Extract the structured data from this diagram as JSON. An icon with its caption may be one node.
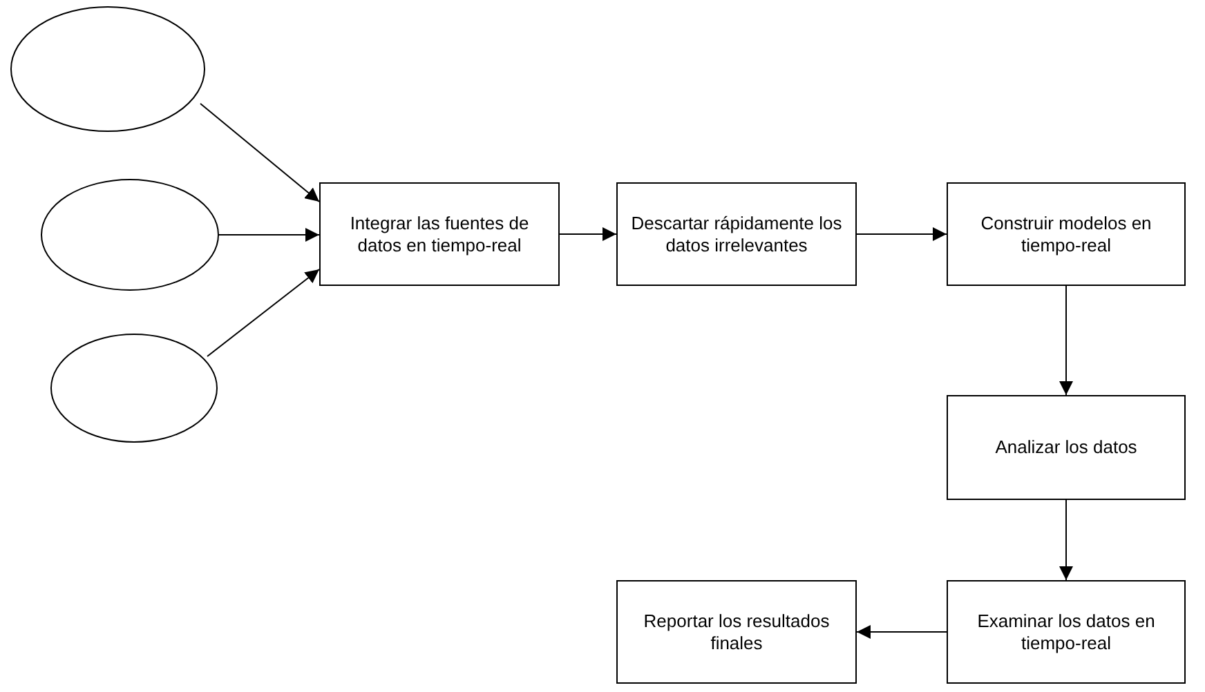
{
  "diagram": {
    "nodes": [
      {
        "text": [],
        "shape": "ellipse"
      },
      {
        "text": [],
        "shape": "ellipse"
      },
      {
        "text": [],
        "shape": "ellipse"
      },
      {
        "text": [
          "Integrar las fuentes de datos en tiempo-real"
        ]
      },
      {
        "text": [
          "Descartar rápidamente los datos irrelevantes"
        ]
      },
      {
        "text": [
          "Construir modelos en tiempo-real"
        ]
      },
      {
        "text": [
          "Analizar los datos"
        ]
      },
      {
        "text": [
          "Examinar los datos en tiempo-real"
        ]
      },
      {
        "text": [
          "Reportar los resultados finales"
        ]
      }
    ],
    "edges": [
      {
        "from": 0,
        "to": 3,
        "arrow": "to"
      },
      {
        "from": 1,
        "to": 3,
        "arrow": "to"
      },
      {
        "from": 2,
        "to": 3,
        "arrow": "to"
      },
      {
        "from": 3,
        "to": 4,
        "arrow": "to"
      },
      {
        "from": 4,
        "to": 5,
        "arrow": "to"
      },
      {
        "from": 5,
        "to": 6,
        "arrow": "to"
      },
      {
        "from": 6,
        "to": 7,
        "arrow": "to"
      },
      {
        "from": 7,
        "to": 8,
        "arrow": "to"
      }
    ]
  }
}
